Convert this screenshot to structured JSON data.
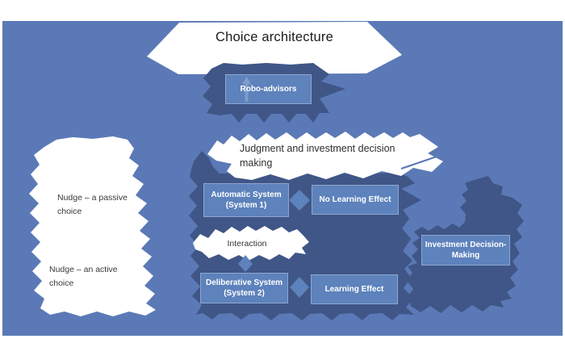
{
  "colors": {
    "canvas_background": "#5b79b6",
    "dark_shape": "#3f5687",
    "node_fill": "#5d82bc",
    "node_border": "#8ea6d0",
    "node_text": "#ffffff",
    "banner_fill": "#ffffff",
    "banner_text": "#2e2e2e"
  },
  "labels": {
    "choice_architecture": "Choice architecture",
    "robo_advisors": "Robo-advisors",
    "judgment": "Judgment and investment decision making",
    "nudge_passive": "Nudge – a passive choice",
    "nudge_active": "Nudge –  an active choice",
    "automatic_system": "Automatic System (System 1)",
    "no_learning_effect": "No Learning Effect",
    "interaction": "Interaction",
    "deliberative_system": "Deliberative System (System 2)",
    "learning_effect": "Learning Effect",
    "investment_decision_making": "Investment Decision-Making"
  }
}
